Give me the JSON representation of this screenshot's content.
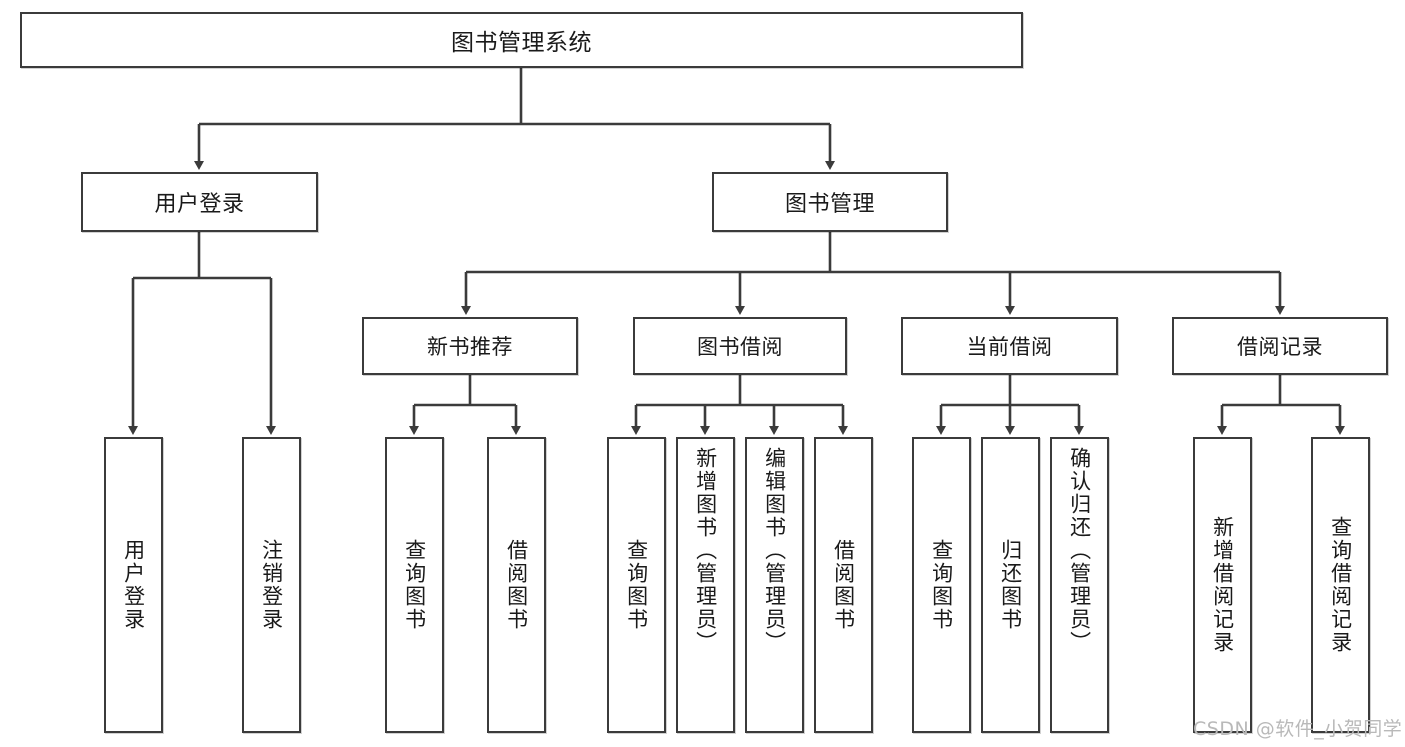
{
  "diagram": {
    "title": "图书管理系统",
    "type": "tree-hierarchy",
    "watermark": "CSDN @软件_小贺同学",
    "colors": {
      "box_border": "#3b3b3b",
      "box_fill": "#ffffff",
      "connector": "#3b3b3b",
      "text": "#1a1a1a",
      "watermark": "#b9b9b9",
      "background": "#ffffff"
    },
    "root": {
      "label": "图书管理系统"
    },
    "level2": [
      {
        "label": "用户登录"
      },
      {
        "label": "图书管理"
      }
    ],
    "level3": [
      {
        "label": "新书推荐"
      },
      {
        "label": "图书借阅"
      },
      {
        "label": "当前借阅"
      },
      {
        "label": "借阅记录"
      }
    ],
    "leaves": {
      "user_login": [
        {
          "label": "用户登录"
        },
        {
          "label": "注销登录"
        }
      ],
      "new_book_recommend": [
        {
          "label": "查询图书"
        },
        {
          "label": "借阅图书"
        }
      ],
      "book_borrow": [
        {
          "label": "查询图书"
        },
        {
          "label": "新增图书（管理员）"
        },
        {
          "label": "编辑图书（管理员）"
        },
        {
          "label": "借阅图书"
        }
      ],
      "current_borrow": [
        {
          "label": "查询图书"
        },
        {
          "label": "归还图书"
        },
        {
          "label": "确认归还（管理员）"
        }
      ],
      "borrow_record": [
        {
          "label": "新增借阅记录"
        },
        {
          "label": "查询借阅记录"
        }
      ]
    }
  }
}
